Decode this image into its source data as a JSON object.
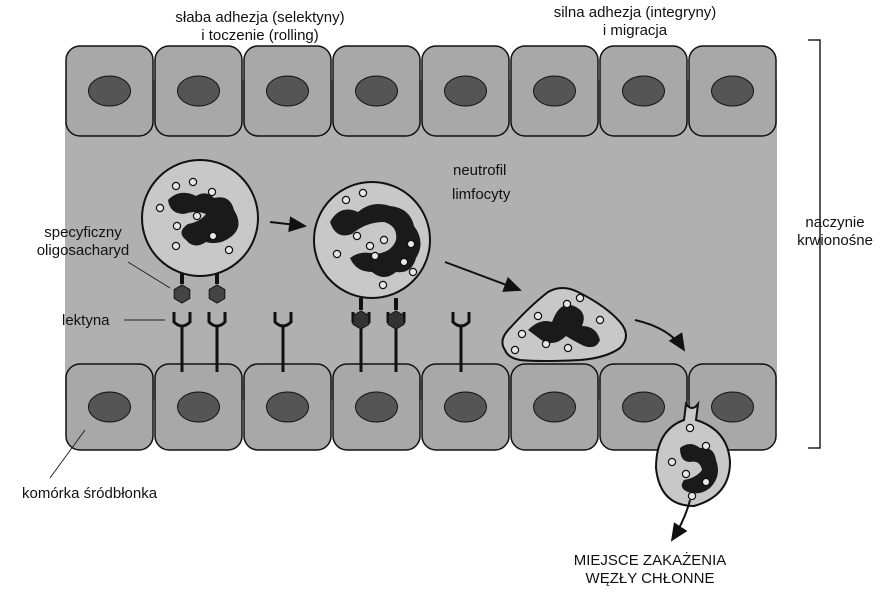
{
  "labels": {
    "weak_adhesion_line1": "słaba adhezja (selektyny)",
    "weak_adhesion_line2": "i toczenie (rolling)",
    "strong_adhesion_line1": "silna adhezja (integryny)",
    "strong_adhesion_line2": "i migracja",
    "neutrophil": "neutrofil",
    "lymphocytes": "limfocyty",
    "vessel_line1": "naczynie",
    "vessel_line2": "krwionośne",
    "oligosaccharide_line1": "specyficzny",
    "oligosaccharide_line2": "oligosacharyd",
    "lectin": "lektyna",
    "endothelial_cell": "komórka śródbłonka",
    "infection_site": "MIEJSCE ZAKAŻENIA",
    "lymph_nodes": "WĘZŁY CHŁONNE"
  },
  "colors": {
    "lumen": "#b0b0b0",
    "cell_fill": "#a8a8a8",
    "nucleus": "#555555",
    "leukocyte": "#c8c8c8",
    "outline": "#111111"
  }
}
